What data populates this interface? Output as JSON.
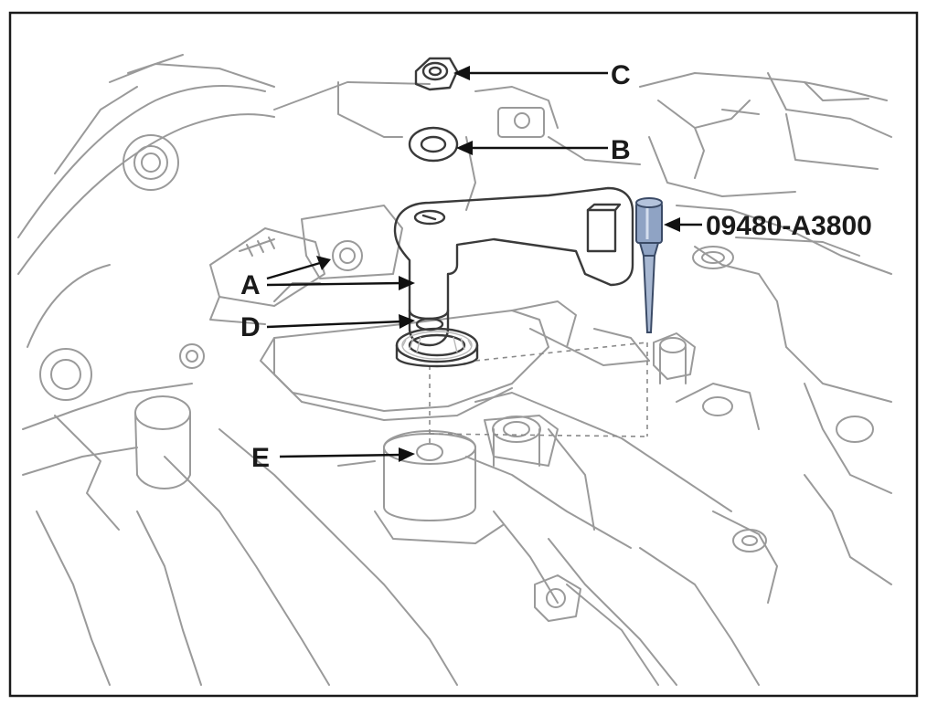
{
  "callouts": {
    "c": "C",
    "b": "B",
    "a": "A",
    "d": "D",
    "e": "E",
    "tool": "09480-A3800"
  },
  "colors": {
    "frame": "#1a1a1a",
    "line_art": "#9a9a9a",
    "part_outline": "#3a3a3a",
    "tool_fill": "#8fa3c4",
    "text": "#1a1a1a"
  }
}
